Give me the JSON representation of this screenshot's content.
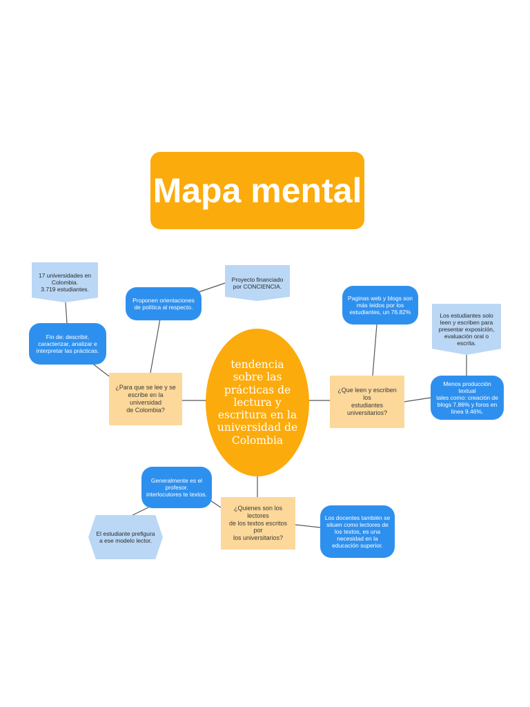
{
  "title": "Mapa mental",
  "center": "tendencia\nsobre las\nprácticas de\nlectura y\nescritura en la\nuniversidad de\nColombia",
  "questions": {
    "q1": "¿Para que se lee y se\nescribe en la universidad\nde Colombia?",
    "q2": "¿Que leen y escriben los\nestudiantes\nuniversitarios?",
    "q3": "¿Quienes son los lectores\nde los textos escritos por\nlos universitarios?"
  },
  "nodes": {
    "proponen": "Proponen orientaciones\nde política al respecto.",
    "proyecto": "Proyecto financiado\npor CONCIENCIA.",
    "fin": "Fin de: describir,\ncaracterizar, analizar e\ninterpretar las prácticas.",
    "universidades": "17 universidades en\nColombia.\n3.719 estudiantes.",
    "paginas": "Paginas web y blogs son\nmás leidos por los\nestudiantes, un 76.82%",
    "menos": "Menos producción textual\ntales como: creación de\nblogs 7.86% y foros en\nlinea 9.46%.",
    "solo": "Los estudiantes solo\nleen y escriben para\npresentar exposición,\nevaluación oral o\nescrita.",
    "profesor": "Generalmente es el\nprofesor.\ninterlocutores te textos.",
    "prefigura": "El estudiante prefigura\na ese modelo lector.",
    "docentes": "Los docentes también se\nsituen como lectores de\nlos textos, es una\nnecesidad en la\neducación superior."
  },
  "colors": {
    "orange": "#fcab0c",
    "light_orange": "#fcd89a",
    "blue": "#2e90ee",
    "pale_blue": "#bad7f5",
    "line": "#555555"
  }
}
